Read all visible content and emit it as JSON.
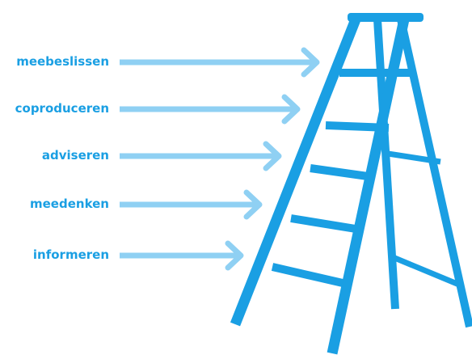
{
  "colors": {
    "ladder": "#1a9fe3",
    "arrow": "#8fd0f3",
    "label": "#1a9fe3"
  },
  "steps": [
    {
      "label": "meebeslissen"
    },
    {
      "label": "coproduceren"
    },
    {
      "label": "adviseren"
    },
    {
      "label": "meedenken"
    },
    {
      "label": "informeren"
    }
  ]
}
